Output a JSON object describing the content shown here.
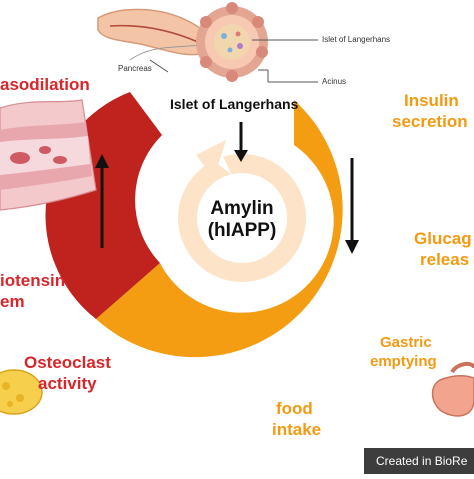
{
  "center": {
    "line1": "Amylin",
    "line2": "(hIAPP)"
  },
  "top_heading": "Islet of Langerhans",
  "anatomy": {
    "pancreas": "Pancreas",
    "islet": "Islet of Langerhans",
    "acinus": "Acinus"
  },
  "effects": {
    "vasodilation": "asodilation",
    "angiotensin_line1": "iotensin",
    "angiotensin_line2": "em",
    "osteoclast_line1": "Osteoclast",
    "osteoclast_line2": "activity",
    "insulin_line1": "Insulin",
    "insulin_line2": "secretion",
    "glucagon_line1": "Glucag",
    "glucagon_line2": "releas",
    "gastric_line1": "Gastric",
    "gastric_line2": "emptying",
    "food_line1": "food",
    "food_line2": "intake"
  },
  "watermark": "Created in BioRe",
  "colors": {
    "red_arc": "#c0221e",
    "orange_arc": "#f49d12",
    "red_text": "#d8262a",
    "orange_text": "#f39a12",
    "inner_ring": "#fde3c8"
  },
  "icons": [
    "pancreas-illustration",
    "islet-illustration",
    "blood-vessel-illustration",
    "osteoclast-illustration",
    "stomach-illustration",
    "down-arrow-icon",
    "up-arrow-icon",
    "cycle-arrow-icon"
  ]
}
